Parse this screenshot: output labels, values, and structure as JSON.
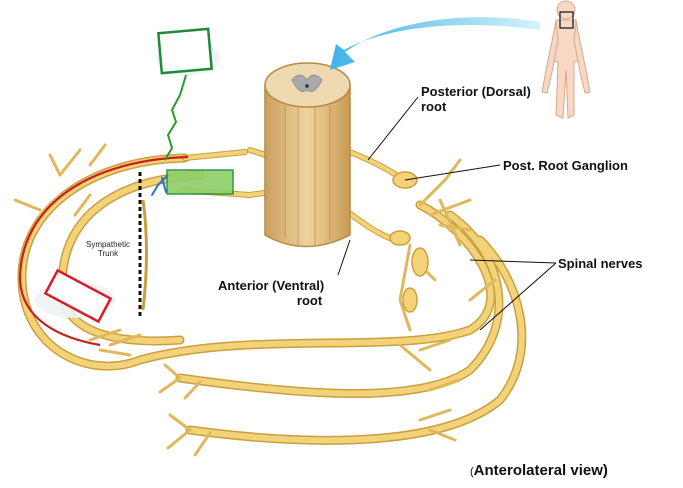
{
  "labels": {
    "posterior_root_line1": "Posterior (Dorsal)",
    "posterior_root_line2": "root",
    "post_root_ganglion": "Post. Root Ganglion",
    "spinal_nerves": "Spinal nerves",
    "anterior_root_line1": "Anterior (Ventral)",
    "anterior_root_line2": "root",
    "sympathetic_trunk_line1": "Sympathetic",
    "sympathetic_trunk_line2": "Trunk",
    "view_paren": "(",
    "view": "Anterolateral view)"
  },
  "colors": {
    "nerve": "#f3d27a",
    "nerve_outline": "#c9a03c",
    "spinal_cord": "#e8c48a",
    "cord_outline": "#b58a45",
    "arrow": "#5fc3ea",
    "red_path": "#c81e1e",
    "green_path": "#2a9a2a",
    "blue_branch": "#2b6fd6",
    "green_box": "#1f8a3a",
    "green_fill": "#8fcf6a",
    "red_box": "#d81c2a",
    "trunk_dots": "#111111"
  },
  "icons": {
    "body_figure": "human-body-figure-icon",
    "arrow": "curved-arrow-icon"
  }
}
